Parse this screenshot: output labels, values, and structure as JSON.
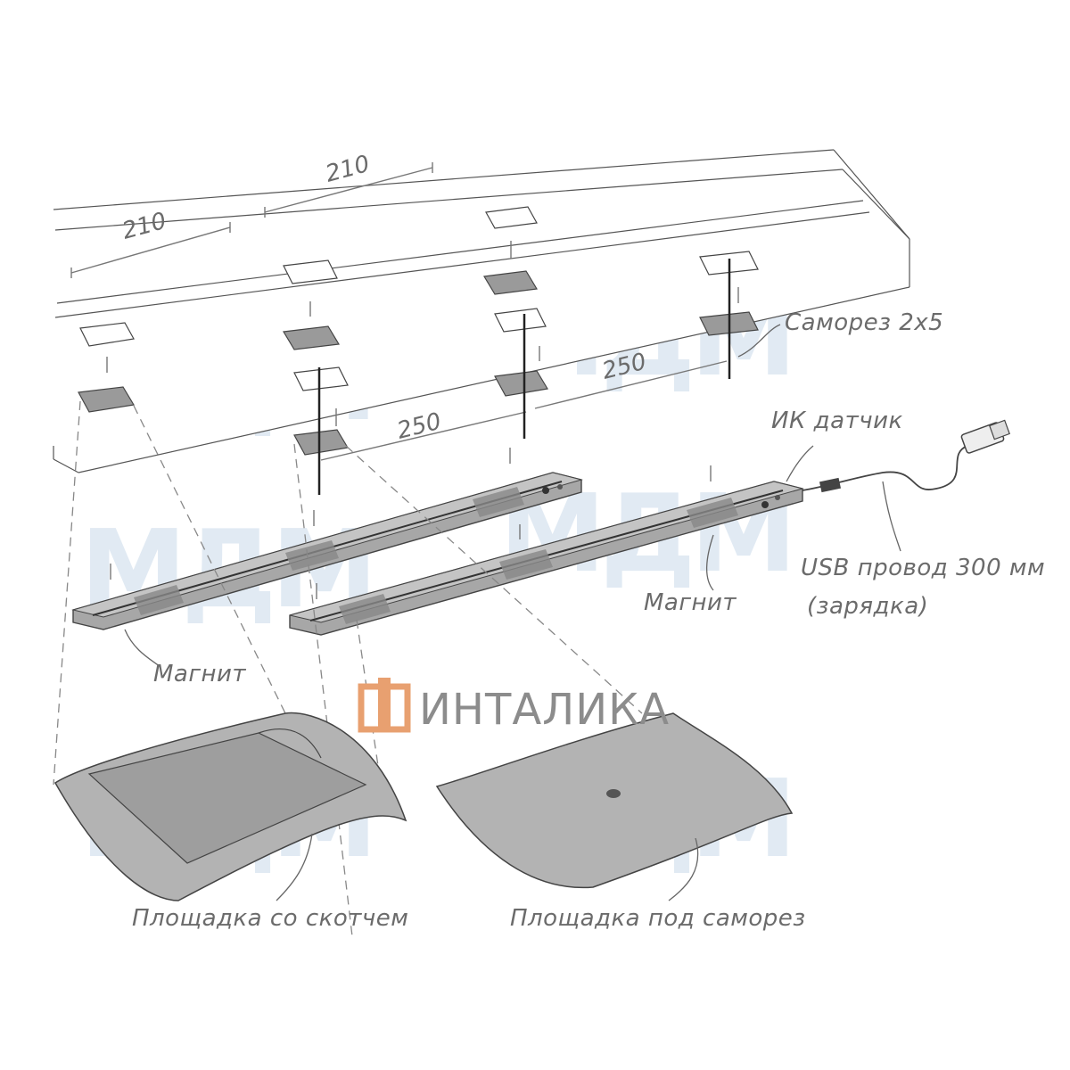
{
  "diagram": {
    "dimensions": {
      "pad_spacing_left": "210",
      "pad_spacing_right": "210",
      "screw_spacing_lower": "250",
      "screw_spacing_upper": "250"
    },
    "labels": {
      "screw": "Саморез 2х5",
      "ir_sensor": "ИК датчик",
      "usb_cable": "USB провод 300 мм",
      "charging": "(зарядка)",
      "magnet_right": "Магнит",
      "magnet_left": "Магнит",
      "pad_tape": "Площадка со скотчем",
      "pad_screw": "Площадка под саморез"
    },
    "brand": {
      "name": "ИНТАЛИКА",
      "logo_color": "#e8a070"
    },
    "watermark_text": "МДМ",
    "colors": {
      "line": "#555555",
      "pad_fill": "#9a9a9a",
      "watermark": "#c9daea",
      "label": "#6b6b6b"
    }
  }
}
